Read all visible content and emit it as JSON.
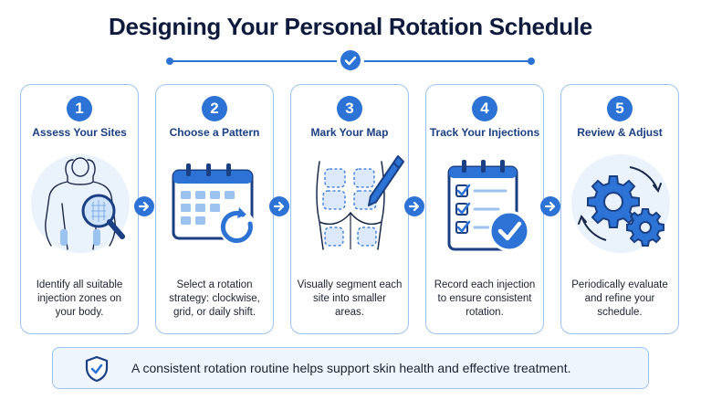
{
  "title": "Designing Your Personal Rotation Schedule",
  "steps": [
    {
      "number": "1",
      "title": "Assess Your Sites",
      "desc": [
        "Identify all suitable",
        "injection zones on",
        "your body."
      ]
    },
    {
      "number": "2",
      "title": "Choose a Pattern",
      "desc": [
        "Select a rotation",
        "strategy: clockwise,",
        "grid, or daily shift."
      ]
    },
    {
      "number": "3",
      "title": "Mark Your Map",
      "desc": [
        "Visually segment each",
        "site into smaller",
        "areas."
      ]
    },
    {
      "number": "4",
      "title": "Track Your Injections",
      "desc": [
        "Record each injection",
        "to ensure consistent",
        "rotation."
      ]
    },
    {
      "number": "5",
      "title": "Review & Adjust",
      "desc": [
        "Periodically evaluate",
        "and refine your",
        "schedule."
      ]
    }
  ],
  "banner": {
    "text": "A consistent rotation routine helps support skin health and effective treatment."
  },
  "icons": {
    "step1": "body-magnifier-icon",
    "step2": "calendar-refresh-icon",
    "step3": "body-map-pen-icon",
    "step4": "checklist-icon",
    "step5": "gears-icon",
    "banner": "shield-check-icon",
    "divider": "check-circle-icon",
    "arrow": "arrow-right-icon"
  },
  "colors": {
    "accent": "#2d73d6",
    "light": "#dbe9fa",
    "border": "#9cc2f0",
    "title": "#0f1b3d"
  }
}
